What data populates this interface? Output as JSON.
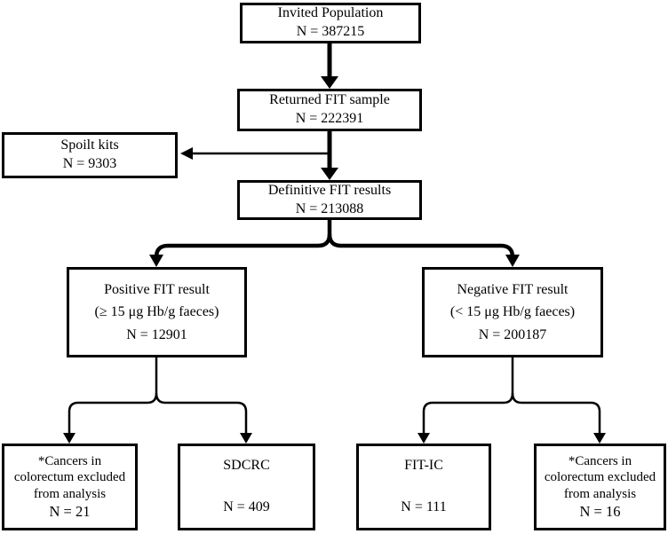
{
  "diagram": {
    "type": "flowchart",
    "colors": {
      "background": "#ffffff",
      "line": "#000000",
      "box_border": "#000000",
      "text": "#000000"
    },
    "boxes": {
      "invited": {
        "lines": [
          "Invited Population",
          "N = 387215"
        ]
      },
      "returned": {
        "lines": [
          "Returned FIT sample",
          "N = 222391"
        ]
      },
      "spoilt": {
        "lines": [
          "Spoilt kits",
          "N = 9303"
        ]
      },
      "definitive": {
        "lines": [
          "Definitive FIT results",
          "N = 213088"
        ]
      },
      "positive": {
        "lines": [
          "Positive FIT result",
          "(≥ 15 μg Hb/g faeces)",
          "N = 12901"
        ]
      },
      "negative": {
        "lines": [
          "Negative FIT result",
          "(< 15 μg Hb/g faeces)",
          "N = 200187"
        ]
      },
      "cancers_positive": {
        "lines": [
          "*Cancers in",
          "colorectum excluded",
          "from analysis",
          "N = 21"
        ]
      },
      "sdcrc": {
        "lines": [
          "SDCRC",
          "N = 409"
        ]
      },
      "fitic": {
        "lines": [
          "FIT-IC",
          "N = 111"
        ]
      },
      "cancers_negative": {
        "lines": [
          "*Cancers in",
          "colorectum excluded",
          "from analysis",
          "N = 16"
        ]
      }
    }
  }
}
